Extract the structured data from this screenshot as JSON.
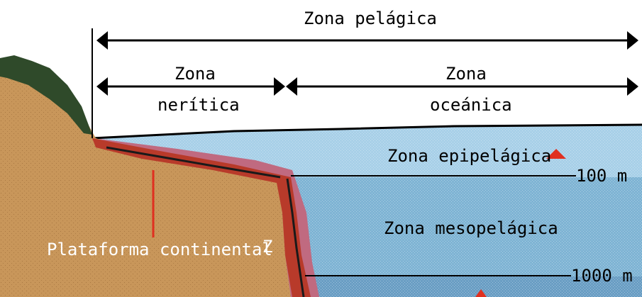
{
  "labels": {
    "pelagic_zone": "Zona pelágica",
    "neritic_zone_line1": "Zona",
    "neritic_zone_line2": "nerítica",
    "oceanic_zone_line1": "Zona",
    "oceanic_zone_line2": "oceánica",
    "epipelagic_zone": "Zona epipelágica",
    "mesopelagic_zone": "Zona mesopelágica",
    "continental_shelf": "Plataforma continental",
    "slope_partial": "Z",
    "depth_100": "100 m",
    "depth_1000": "1000 m"
  },
  "colors": {
    "land": "#c8965a",
    "shelf_red": "#b83a2a",
    "fringe_pink": "#c06a80",
    "epipelagic_water": "#a8d0e8",
    "mesopelagic_water": "#7fb4d4",
    "deep_water": "#6a9ec4",
    "vegetation": "#2f4a2a",
    "marker_red": "#e03020"
  }
}
